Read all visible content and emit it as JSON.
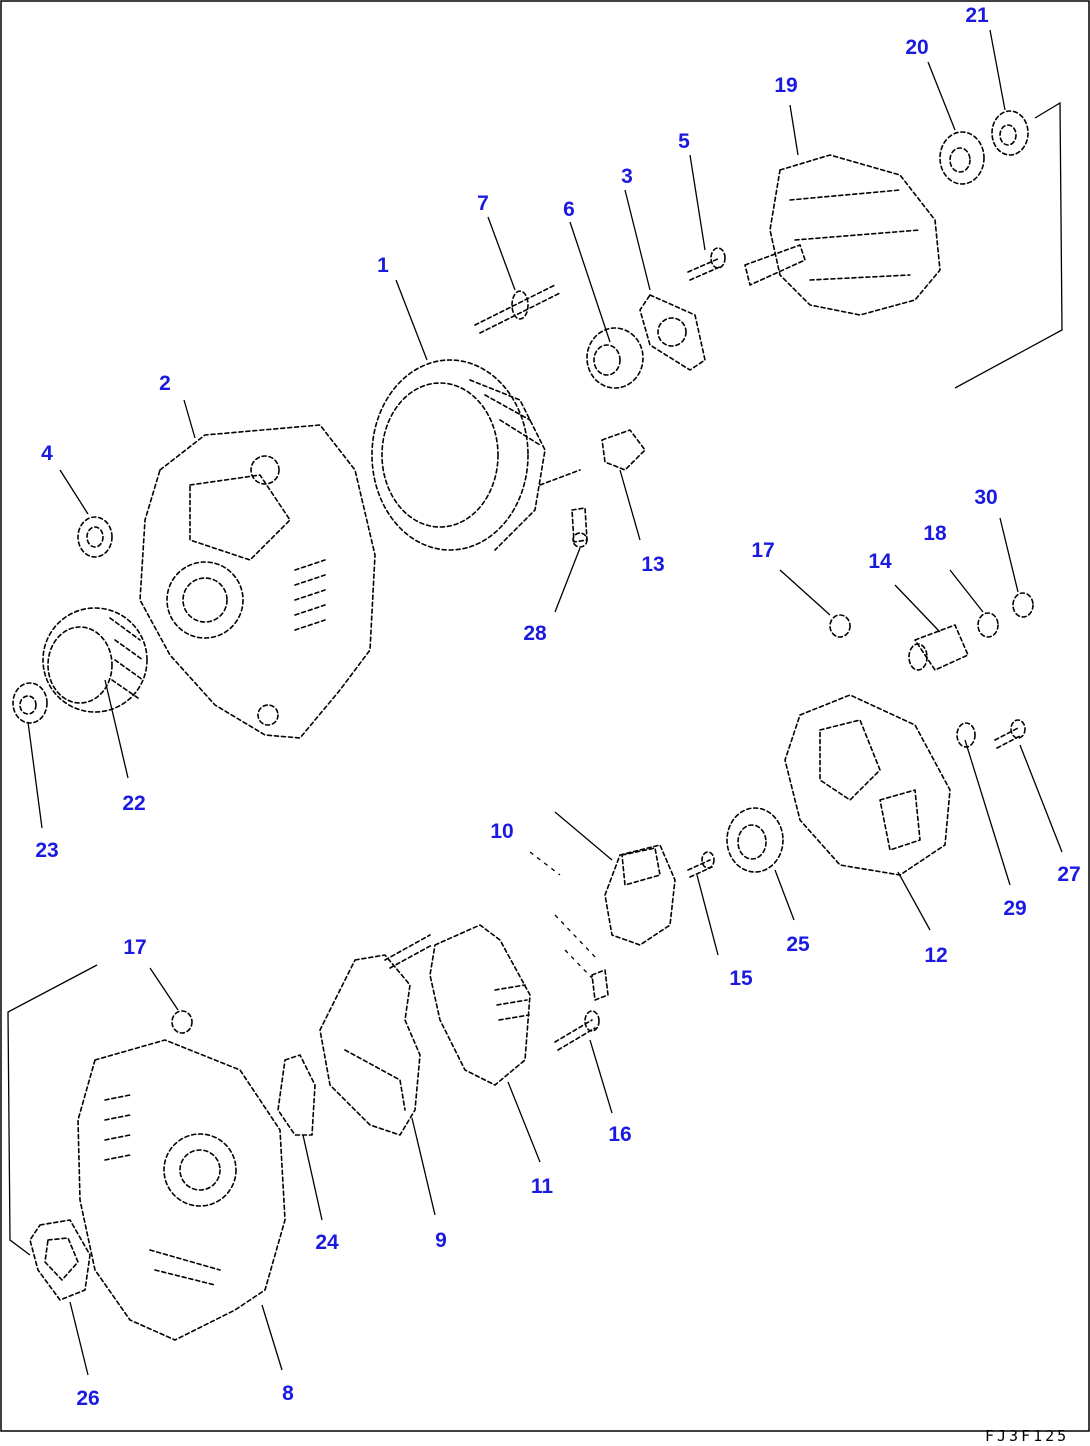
{
  "diagram": {
    "callouts": [
      {
        "id": "c1",
        "label": "1"
      },
      {
        "id": "c2",
        "label": "2"
      },
      {
        "id": "c3",
        "label": "3"
      },
      {
        "id": "c4",
        "label": "4"
      },
      {
        "id": "c5",
        "label": "5"
      },
      {
        "id": "c6",
        "label": "6"
      },
      {
        "id": "c7",
        "label": "7"
      },
      {
        "id": "c8",
        "label": "8"
      },
      {
        "id": "c9",
        "label": "9"
      },
      {
        "id": "c10",
        "label": "10"
      },
      {
        "id": "c11",
        "label": "11"
      },
      {
        "id": "c12",
        "label": "12"
      },
      {
        "id": "c13",
        "label": "13"
      },
      {
        "id": "c14",
        "label": "14"
      },
      {
        "id": "c15",
        "label": "15"
      },
      {
        "id": "c16",
        "label": "16"
      },
      {
        "id": "c17a",
        "label": "17"
      },
      {
        "id": "c17b",
        "label": "17"
      },
      {
        "id": "c18",
        "label": "18"
      },
      {
        "id": "c19",
        "label": "19"
      },
      {
        "id": "c20",
        "label": "20"
      },
      {
        "id": "c21",
        "label": "21"
      },
      {
        "id": "c22",
        "label": "22"
      },
      {
        "id": "c23",
        "label": "23"
      },
      {
        "id": "c24",
        "label": "24"
      },
      {
        "id": "c25",
        "label": "25"
      },
      {
        "id": "c26",
        "label": "26"
      },
      {
        "id": "c27",
        "label": "27"
      },
      {
        "id": "c28",
        "label": "28"
      },
      {
        "id": "c29",
        "label": "29"
      },
      {
        "id": "c30",
        "label": "30"
      }
    ],
    "drawing_code": "FJ3F125",
    "callout_color": "#1a1ae0"
  }
}
